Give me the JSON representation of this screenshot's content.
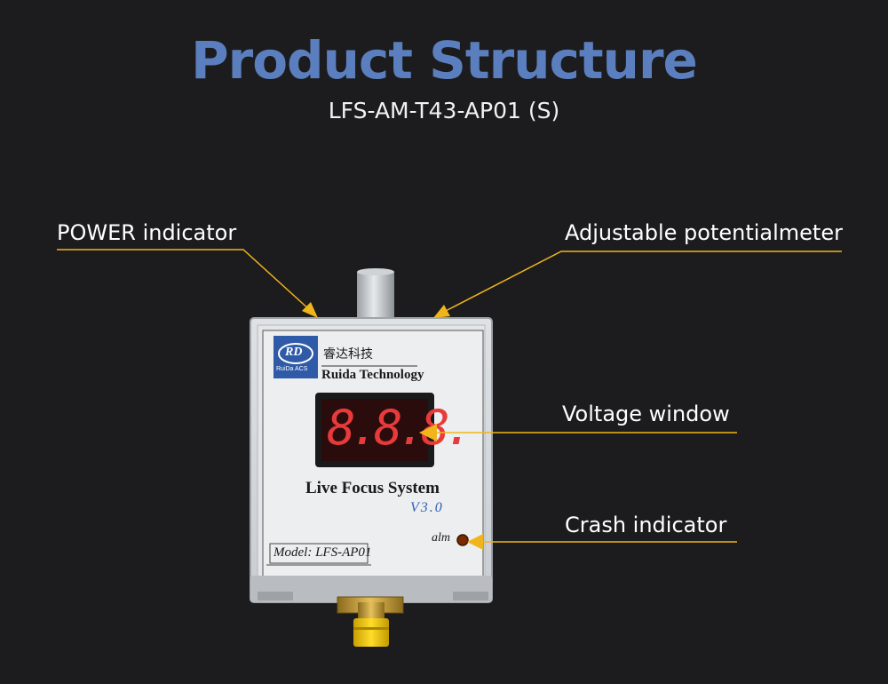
{
  "page": {
    "title": "Product Structure",
    "subtitle": "LFS-AM-T43-AP01 (S)"
  },
  "colors": {
    "background": "#1c1c1e",
    "title": "#5b7fbe",
    "leader": "#f1b51c",
    "display_segments": "#e83a3a",
    "version_text": "#2f5fb4"
  },
  "callouts": {
    "power_indicator": "POWER indicator",
    "potentiometer": "Adjustable potentialmeter",
    "voltage_window": "Voltage window",
    "crash_indicator": "Crash indicator"
  },
  "device": {
    "logo_mark": "RD",
    "logo_caption": "RuiDa ACS",
    "brand_cn": "睿达科技",
    "brand_en": "Ruida Technology",
    "display_reading": "8.8.8.",
    "system_name": "Live Focus System",
    "version": "V3.0",
    "alarm_label": "alm",
    "model": "Model: LFS-AP01"
  }
}
